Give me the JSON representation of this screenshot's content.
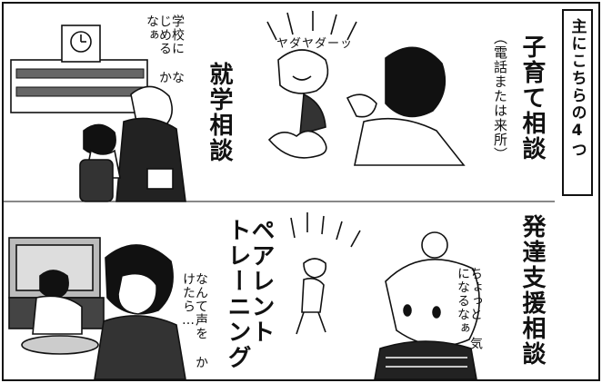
{
  "box_title": "主にこちらの4つ",
  "sections": {
    "childcare": {
      "title": "子育て相談",
      "note": "（電話または来所）",
      "shout": "ヤダヤダーッ"
    },
    "school": {
      "title": "就学相談",
      "thought": "学校に なじめる かなぁ"
    },
    "development": {
      "title": "発達支援相談",
      "thought": "ちょっと 気になるなぁ"
    },
    "parent_training": {
      "title": "ペアレント トレーニング",
      "thought": "なんて声を かけたら…"
    }
  }
}
